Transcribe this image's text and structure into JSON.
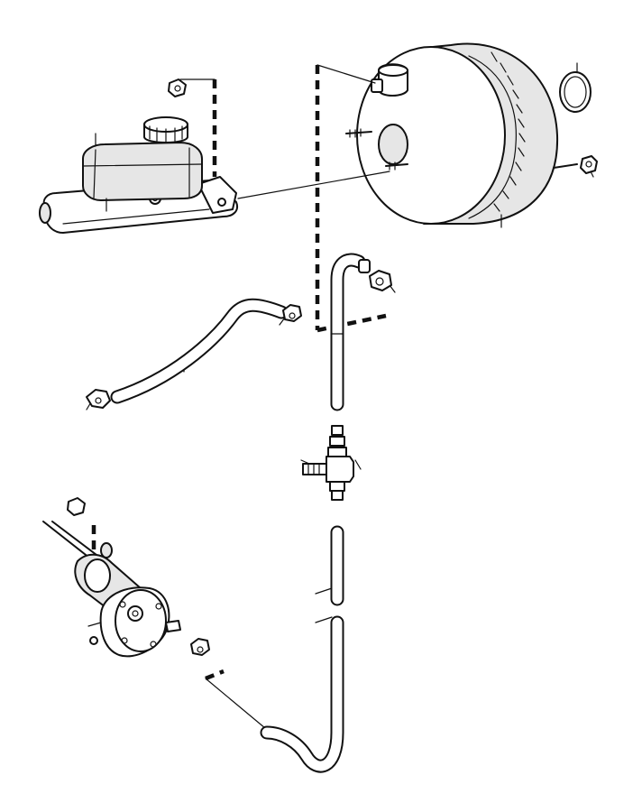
{
  "diagram": {
    "colors": {
      "ink": "#111111",
      "paper": "#ffffff",
      "shade": "#e6e6e6"
    },
    "parts": [
      "brake-master-cylinder",
      "fluid-reservoir",
      "brake-booster",
      "booster-seal-ring",
      "vacuum-check-valve",
      "vacuum-hose-upper",
      "vacuum-hose-side",
      "vacuum-tee-connector",
      "vacuum-hose-lower",
      "vacuum-pump",
      "hose-clamp",
      "nut"
    ]
  }
}
